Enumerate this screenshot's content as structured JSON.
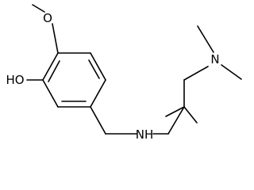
{
  "molecule": {
    "atoms": {
      "methoxy_oxygen": "O",
      "hydroxyl_group": "HO",
      "amine_nitrogen": "NH",
      "dimethylamino_nitrogen": "N"
    }
  },
  "colors": {
    "bond": "#000000",
    "label": "#000000",
    "background": "#ffffff"
  }
}
